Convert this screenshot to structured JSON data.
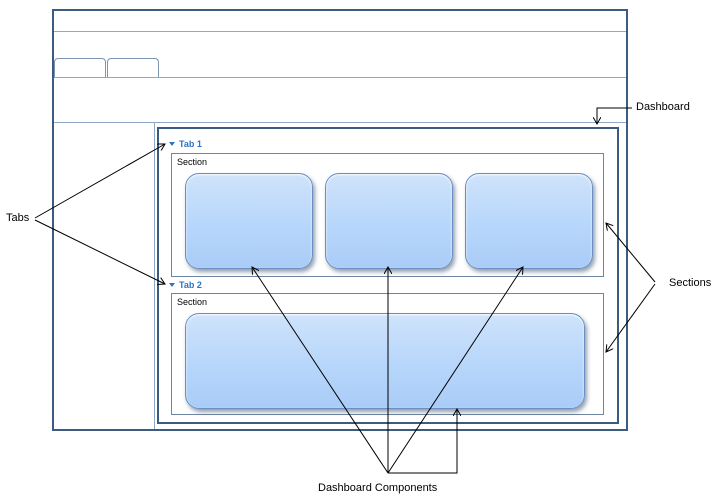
{
  "dashboard": {
    "tabs": [
      {
        "label": "Tab 1",
        "sections": [
          {
            "label": "Section"
          }
        ]
      },
      {
        "label": "Tab 2",
        "sections": [
          {
            "label": "Section"
          }
        ]
      }
    ]
  },
  "annotations": {
    "dashboard": "Dashboard",
    "tabs": "Tabs",
    "sections": "Sections",
    "components": "Dashboard Components"
  }
}
